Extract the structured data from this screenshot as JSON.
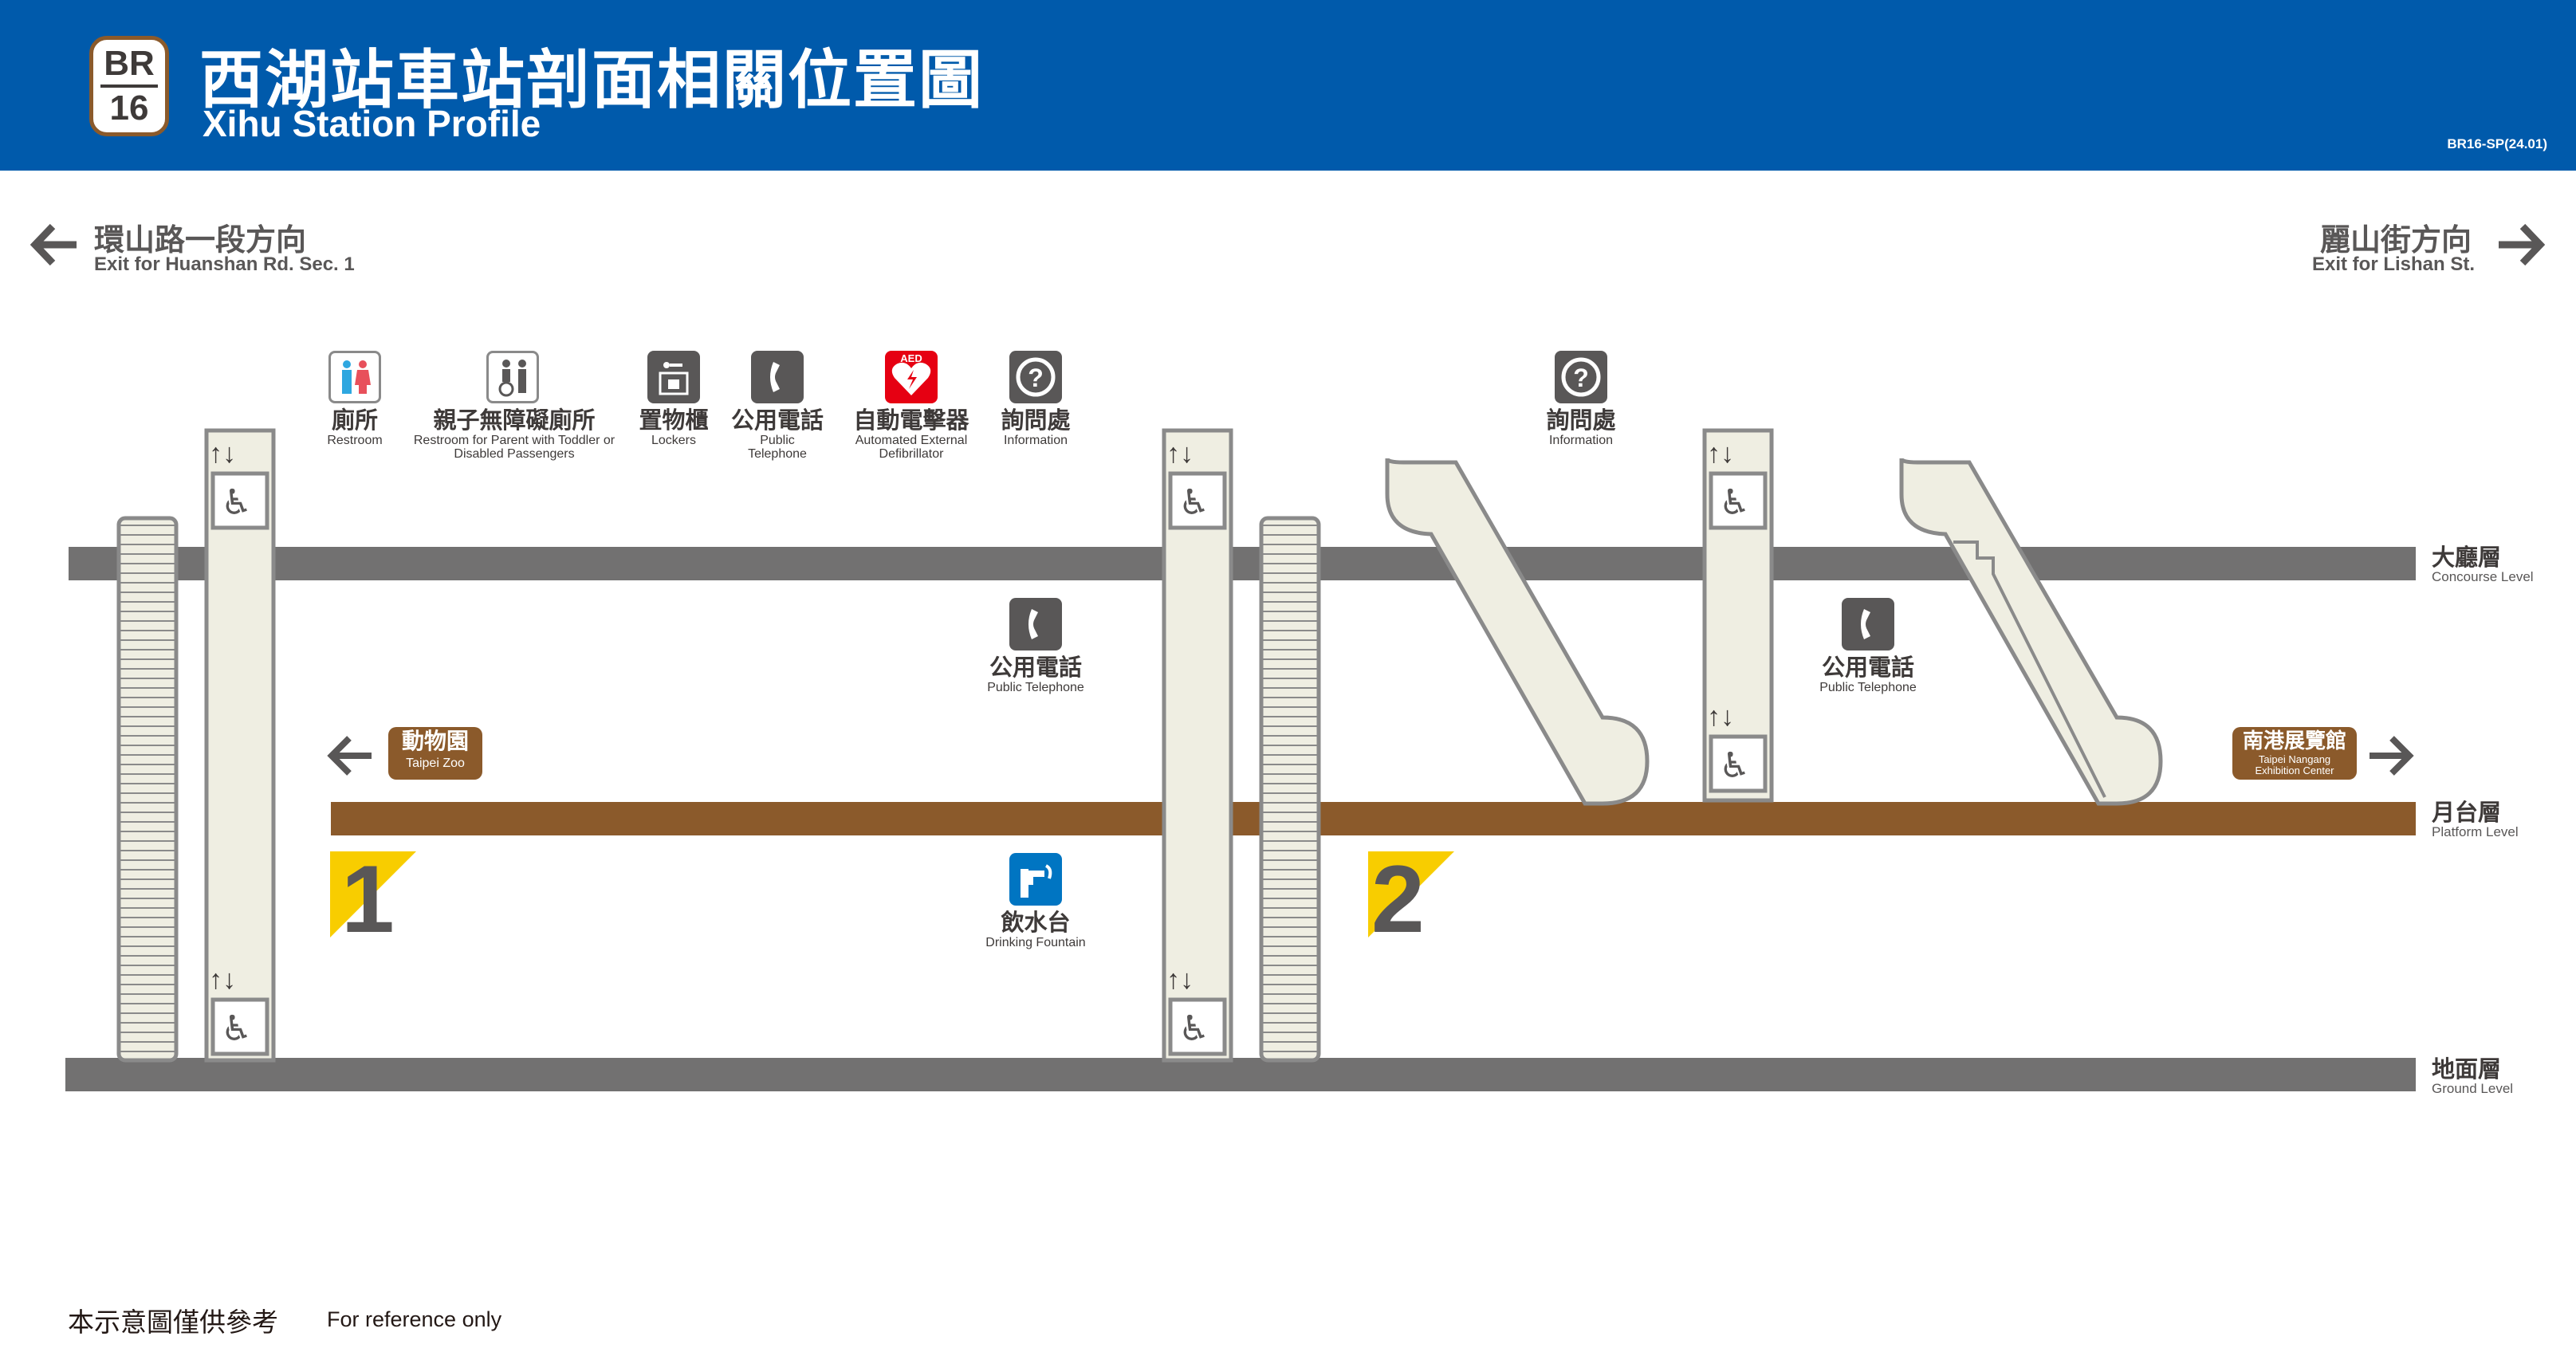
{
  "header": {
    "line_code": "BR",
    "station_number": "16",
    "title_zh": "西湖站車站剖面相關位置圖",
    "title_en": "Xihu Station Profile",
    "doc_code": "BR16-SP(24.01)"
  },
  "directions": {
    "left": {
      "zh": "環山路一段方向",
      "en": "Exit for Huanshan Rd. Sec. 1"
    },
    "right": {
      "zh": "麗山街方向",
      "en": "Exit for Lishan St."
    }
  },
  "facilities": [
    {
      "icon": "restroom-icon",
      "zh": "廁所",
      "en": "Restroom"
    },
    {
      "icon": "family-accessible-restroom-icon",
      "zh": "親子無障礙廁所",
      "en": "Restroom for Parent with Toddler or Disabled Passengers"
    },
    {
      "icon": "locker-icon",
      "zh": "置物櫃",
      "en": "Lockers"
    },
    {
      "icon": "telephone-icon",
      "zh": "公用電話",
      "en": "Public Telephone"
    },
    {
      "icon": "aed-icon",
      "zh": "自動電擊器",
      "en": "Automated External Defibrillator"
    },
    {
      "icon": "information-icon",
      "zh": "詢問處",
      "en": "Information"
    }
  ],
  "info_right": {
    "zh": "詢問處",
    "en": "Information"
  },
  "phone_mid": {
    "zh": "公用電話",
    "en": "Public Telephone"
  },
  "phone_right": {
    "zh": "公用電話",
    "en": "Public Telephone"
  },
  "fountain": {
    "zh": "飲水台",
    "en": "Drinking Fountain"
  },
  "levels": {
    "concourse": {
      "zh": "大廳層",
      "en": "Concourse Level"
    },
    "platform": {
      "zh": "月台層",
      "en": "Platform Level"
    },
    "ground": {
      "zh": "地面層",
      "en": "Ground Level"
    }
  },
  "destinations": {
    "left": {
      "zh": "動物園",
      "en": "Taipei Zoo"
    },
    "right": {
      "zh": "南港展覽館",
      "en": "Taipei Nangang Exhibition Center"
    }
  },
  "platforms": [
    "1",
    "2"
  ],
  "aed_label": "AED",
  "footer": {
    "zh": "本示意圖僅供參考",
    "en": "For reference only"
  },
  "colors": {
    "header": "#005aab",
    "platform": "#8b5a2b",
    "floor": "#727171",
    "equipment": "#efeee2",
    "platform_marker": "#f8cd00"
  }
}
